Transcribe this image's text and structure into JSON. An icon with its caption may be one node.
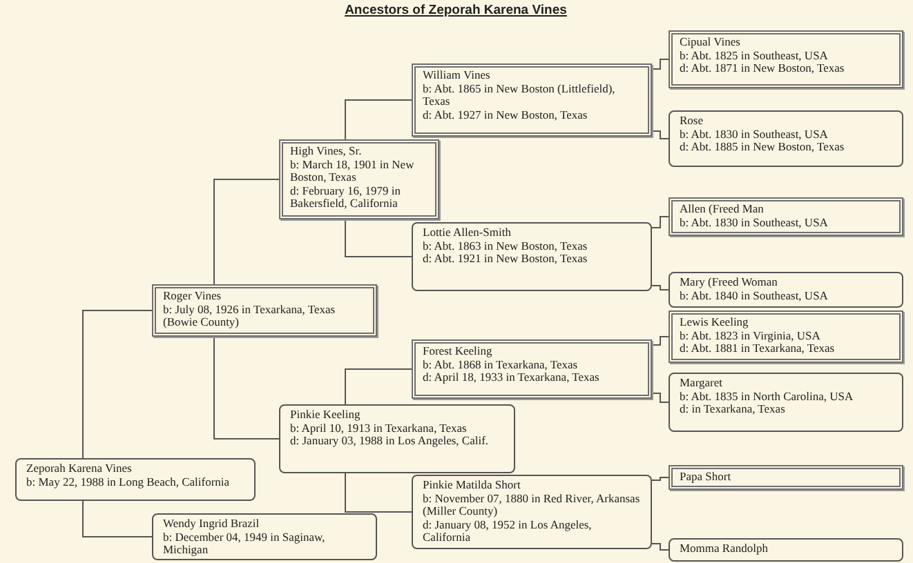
{
  "diagram": {
    "title": "Ancestors of Zeporah Karena Vines",
    "nodes": [
      {
        "text": [
          "Zeporah Karena Vines",
          "b: May 22, 1988 in Long Beach, California"
        ]
      },
      {
        "text": [
          "Roger Vines",
          "b: July 08, 1926 in Texarkana, Texas (Bowie County)"
        ]
      },
      {
        "text": [
          "Wendy Ingrid Brazil",
          "b: December 04, 1949 in Saginaw, Michigan"
        ]
      },
      {
        "text": [
          "High Vines, Sr.",
          "b: March 18, 1901 in New Boston, Texas",
          "d: February 16, 1979 in Bakersfield, California"
        ]
      },
      {
        "text": [
          "Pinkie Keeling",
          "b: April 10, 1913 in Texarkana, Texas",
          "d: January 03, 1988 in Los Angeles, Calif."
        ]
      },
      {
        "text": [
          "William Vines",
          "b: Abt. 1865 in New Boston (Littlefield), Texas",
          "d: Abt. 1927 in New Boston, Texas"
        ]
      },
      {
        "text": [
          "Lottie Allen-Smith",
          "b: Abt. 1863 in New Boston, Texas",
          "d: Abt. 1921 in New Boston, Texas"
        ]
      },
      {
        "text": [
          "Forest Keeling",
          "b: Abt. 1868 in Texarkana, Texas",
          "d: April 18, 1933 in Texarkana, Texas"
        ]
      },
      {
        "text": [
          "Pinkie Matilda Short",
          "b: November 07, 1880 in Red River, Arkansas (Miller County)",
          "d: January 08, 1952 in Los Angeles, California"
        ]
      },
      {
        "text": [
          "Cipual Vines",
          "b: Abt. 1825 in Southeast, USA",
          "d: Abt. 1871 in New Boston, Texas"
        ]
      },
      {
        "text": [
          "Rose",
          "b: Abt. 1830 in Southeast, USA",
          "d: Abt. 1885 in New Boston, Texas"
        ]
      },
      {
        "text": [
          "Allen (Freed Man",
          "b: Abt. 1830 in Southeast, USA"
        ]
      },
      {
        "text": [
          "Mary (Freed Woman",
          "b: Abt. 1840 in Southeast, USA"
        ]
      },
      {
        "text": [
          "Lewis Keeling",
          "b: Abt. 1823 in Virginia, USA",
          "d: Abt. 1881 in Texarkana, Texas"
        ]
      },
      {
        "text": [
          "Margaret",
          "b: Abt. 1835 in North Carolina, USA",
          "d: in Texarkana, Texas"
        ]
      },
      {
        "text": [
          "Papa Short"
        ]
      },
      {
        "text": [
          "Momma Randolph"
        ]
      }
    ],
    "edges": [
      {
        "from": 0,
        "to": 1,
        "arrow": "none"
      },
      {
        "from": 0,
        "to": 2,
        "arrow": "none"
      },
      {
        "from": 1,
        "to": 3,
        "arrow": "none"
      },
      {
        "from": 1,
        "to": 4,
        "arrow": "none"
      },
      {
        "from": 3,
        "to": 5,
        "arrow": "none"
      },
      {
        "from": 3,
        "to": 6,
        "arrow": "none"
      },
      {
        "from": 4,
        "to": 7,
        "arrow": "none"
      },
      {
        "from": 4,
        "to": 8,
        "arrow": "none"
      },
      {
        "from": 5,
        "to": 9,
        "arrow": "none"
      },
      {
        "from": 5,
        "to": 10,
        "arrow": "none"
      },
      {
        "from": 6,
        "to": 11,
        "arrow": "none"
      },
      {
        "from": 6,
        "to": 12,
        "arrow": "none"
      },
      {
        "from": 7,
        "to": 13,
        "arrow": "none"
      },
      {
        "from": 7,
        "to": 14,
        "arrow": "none"
      },
      {
        "from": 8,
        "to": 15,
        "arrow": "none"
      },
      {
        "from": 8,
        "to": 16,
        "arrow": "none"
      }
    ]
  }
}
